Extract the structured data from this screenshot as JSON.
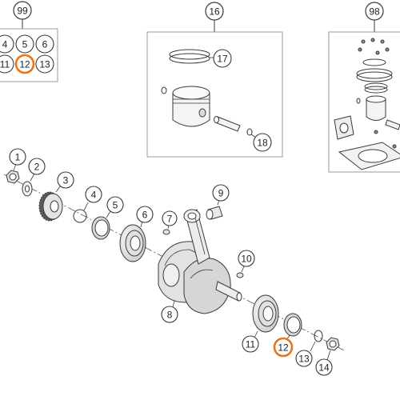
{
  "colors": {
    "line": "#3a3a3a",
    "part_fill": "#ececec",
    "part_dark": "#8a8a8a",
    "highlight": "#e8751a",
    "box_border": "#9a9a9a",
    "background": "#ffffff"
  },
  "boxes": {
    "box_99": {
      "label": "99",
      "items": [
        "4",
        "5",
        "6",
        "11",
        "12",
        "13"
      ],
      "highlighted": "12"
    },
    "box_16": {
      "label": "16",
      "items": [
        "17",
        "18"
      ]
    },
    "box_98": {
      "label": "98"
    }
  },
  "callouts": {
    "c1": "1",
    "c2": "2",
    "c3": "3",
    "c4": "4",
    "c5": "5",
    "c6": "6",
    "c7": "7",
    "c8": "8",
    "c9": "9",
    "c10": "10",
    "c11": "11",
    "c12": "12",
    "c13": "13",
    "c14": "14"
  },
  "highlighted_callout": "12"
}
